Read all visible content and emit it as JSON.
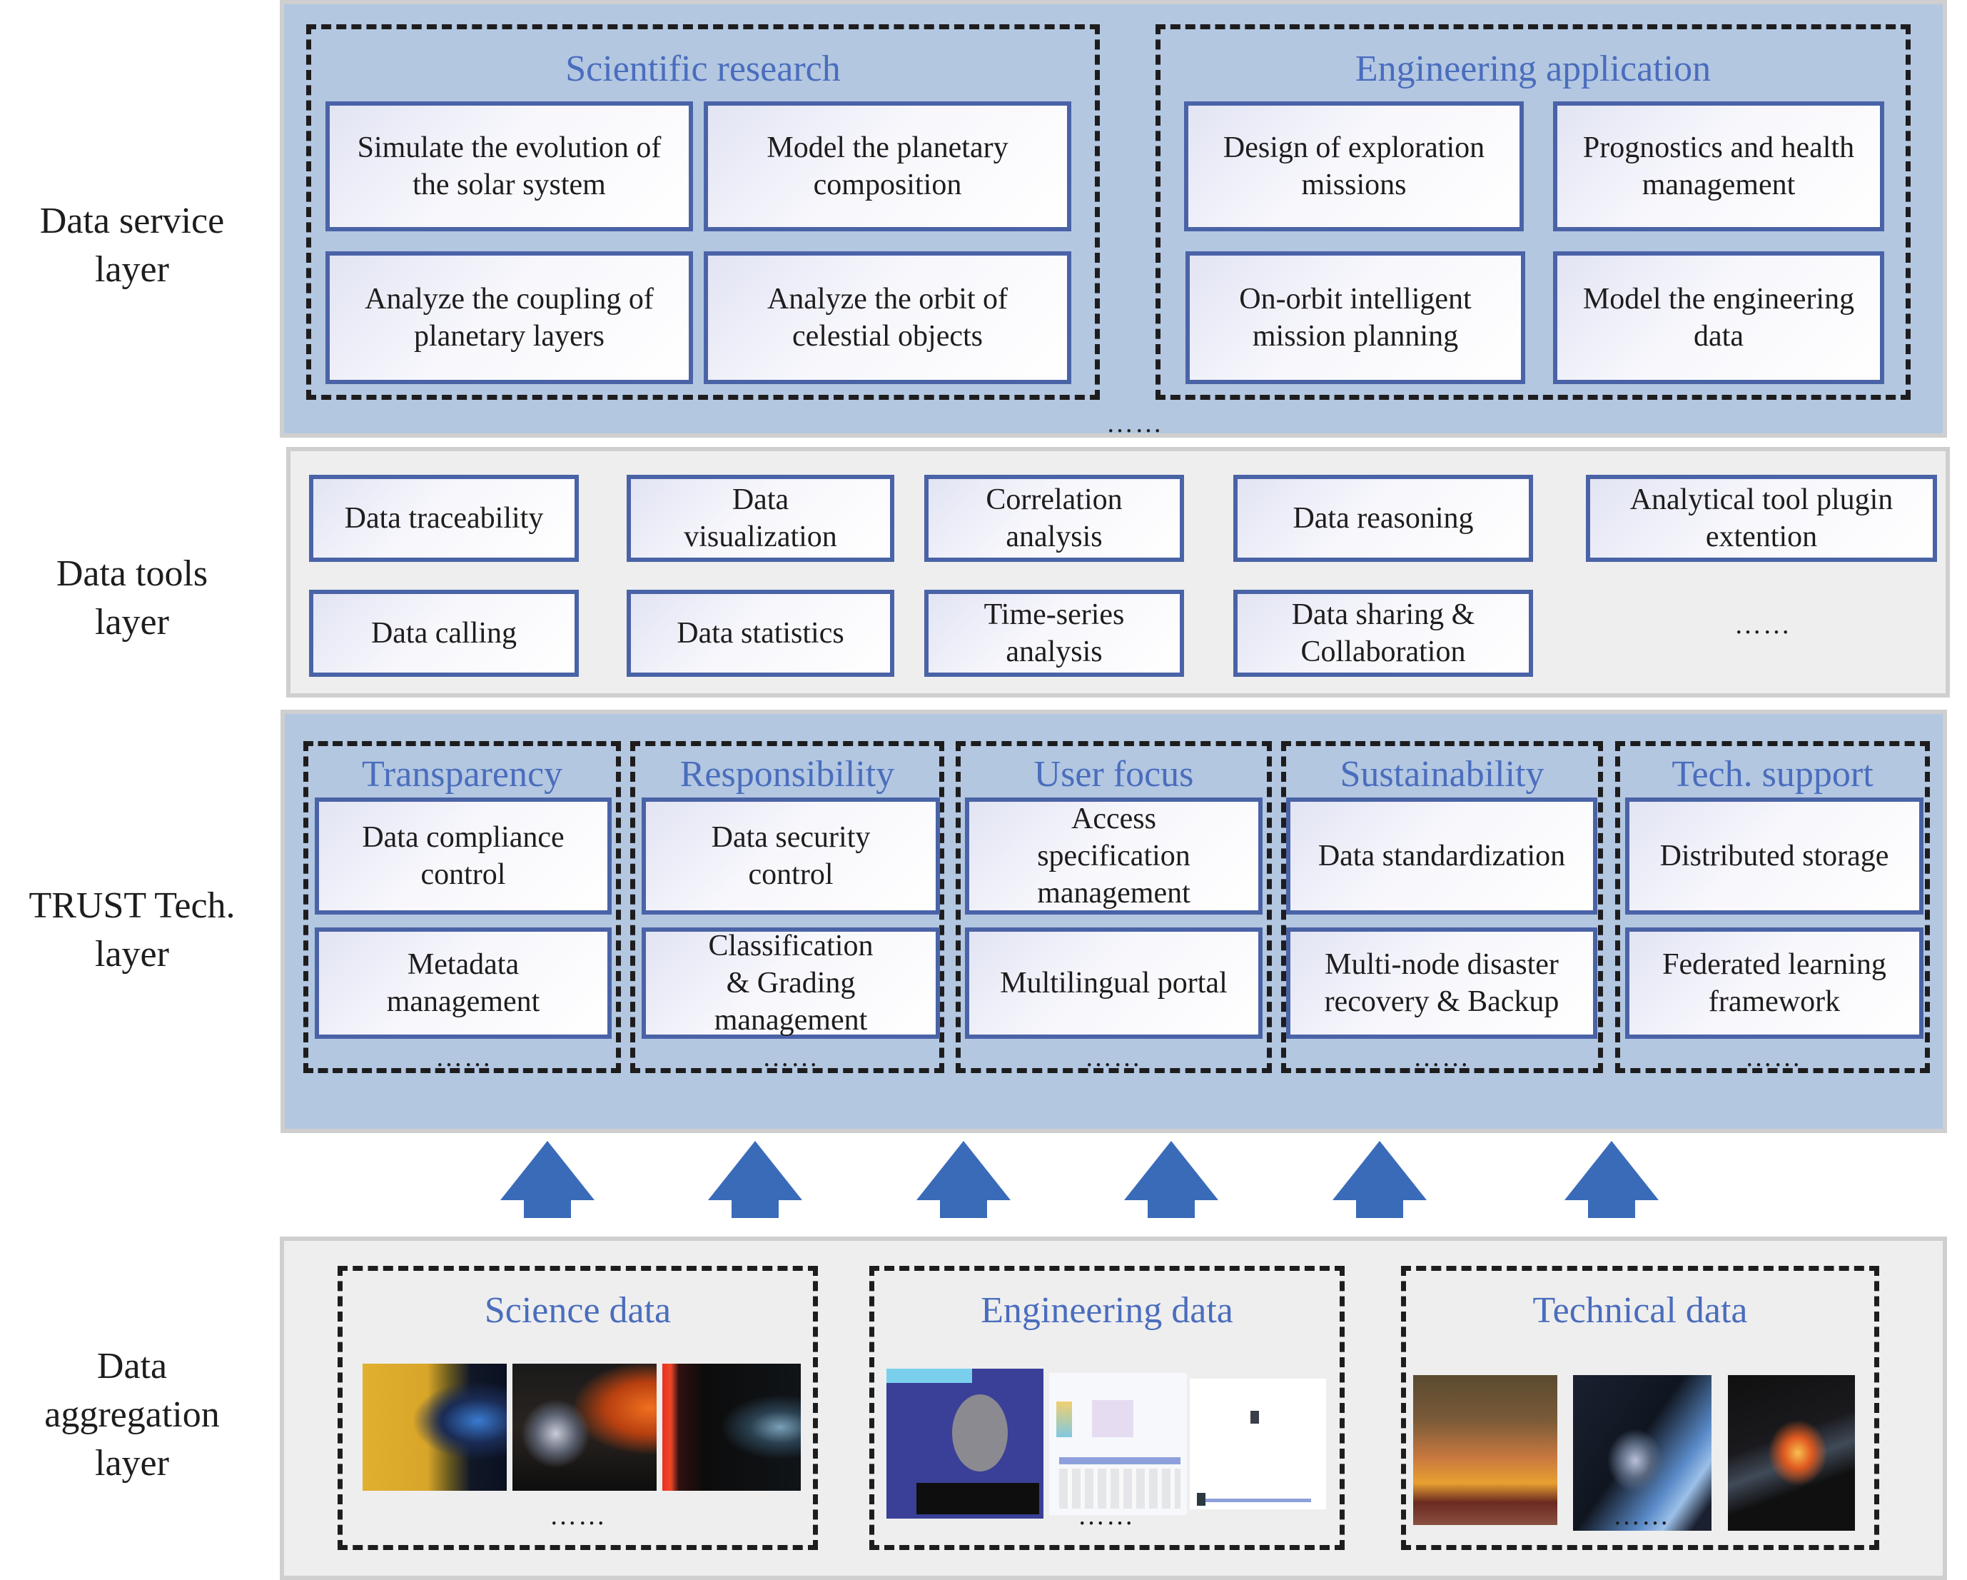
{
  "layers": {
    "service": {
      "label": "Data service\nlayer",
      "groups": [
        {
          "title": "Scientific research",
          "items": [
            "Simulate the evolution of\nthe solar system",
            "Model the planetary\ncomposition",
            "Analyze the coupling of\nplanetary layers",
            "Analyze the orbit of\ncelestial objects"
          ]
        },
        {
          "title": "Engineering application",
          "items": [
            "Design of exploration\nmissions",
            "Prognostics and health\nmanagement",
            "On-orbit intelligent\nmission planning",
            "Model the engineering\ndata"
          ]
        }
      ],
      "more": "……"
    },
    "tools": {
      "label": "Data tools\nlayer",
      "items": [
        "Data traceability",
        "Data\nvisualization",
        "Correlation\nanalysis",
        "Data reasoning",
        "Analytical tool plugin\nextention",
        "Data calling",
        "Data statistics",
        "Time-series\nanalysis",
        "Data sharing &\nCollaboration"
      ],
      "more": "……"
    },
    "trust": {
      "label": "TRUST Tech.\nlayer",
      "columns": [
        {
          "title": "Transparency",
          "items": [
            "Data compliance\ncontrol",
            "Metadata\nmanagement"
          ],
          "more": "……"
        },
        {
          "title": "Responsibility",
          "items": [
            "Data security\ncontrol",
            "Classification\n& Grading\nmanagement"
          ],
          "more": "……"
        },
        {
          "title": "User focus",
          "items": [
            "Access\nspecification\nmanagement",
            "Multilingual portal"
          ],
          "more": "……"
        },
        {
          "title": "Sustainability",
          "items": [
            "Data standardization",
            "Multi-node disaster\nrecovery & Backup"
          ],
          "more": "……"
        },
        {
          "title": "Tech. support",
          "items": [
            "Distributed storage",
            "Federated learning\nframework"
          ],
          "more": "……"
        }
      ]
    },
    "aggregation": {
      "label": "Data\naggregation\nlayer",
      "groups": [
        {
          "title": "Science data",
          "images": [
            "solar-image",
            "planets-image",
            "probe-image"
          ],
          "more": "……"
        },
        {
          "title": "Engineering data",
          "images": [
            "control-console-screenshot",
            "dashboard-screenshot",
            "network-diagram-screenshot"
          ],
          "more": "……"
        },
        {
          "title": "Technical data",
          "images": [
            "launch-site-image",
            "spacecraft-image",
            "rocket-plume-image"
          ],
          "more": "……"
        }
      ]
    }
  },
  "arrows": {
    "count": 6,
    "direction": "up",
    "color": "#3a6bb8"
  },
  "colors": {
    "blue_panel": "#b3c7e1",
    "gray_panel": "#eeeeee",
    "panel_border": "#cfcfcf",
    "heading_blue": "#4a6dbd",
    "box_border": "#4a63a7",
    "dashed_border": "#1e1c1d"
  }
}
